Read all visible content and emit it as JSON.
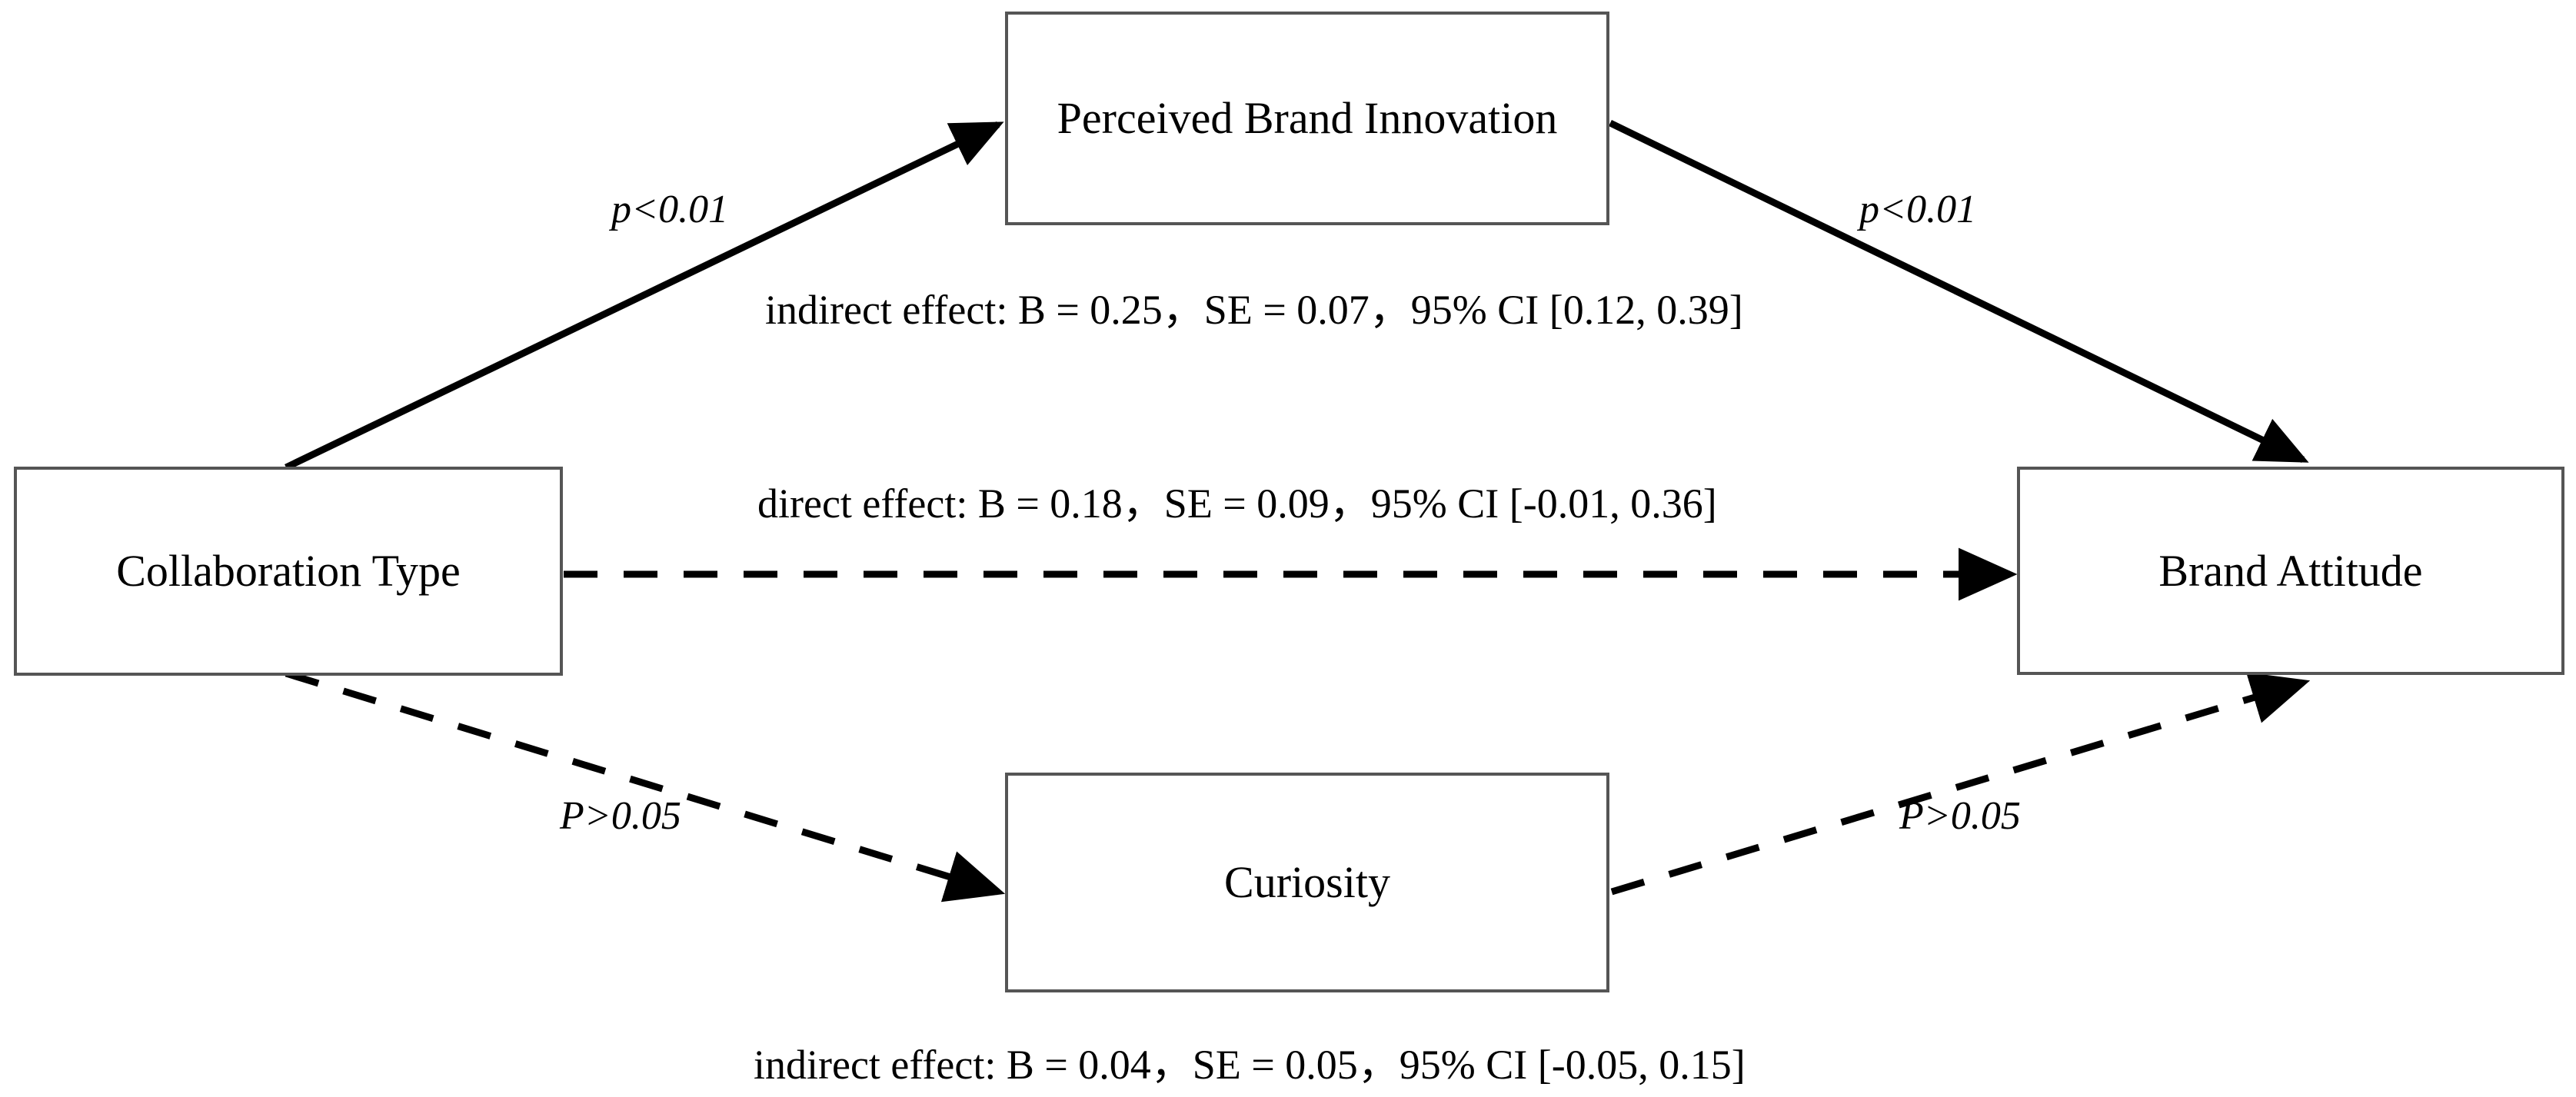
{
  "figure": {
    "type": "mediation-path-diagram",
    "background_color": "#ffffff",
    "line_color": "#000000",
    "box_border_color": "#555555"
  },
  "nodes": [
    {
      "id": "collaboration-type",
      "label": "Collaboration Type",
      "role": "independent-variable"
    },
    {
      "id": "perceived-brand-innovation",
      "label": "Perceived Brand Innovation",
      "role": "mediator"
    },
    {
      "id": "curiosity",
      "label": "Curiosity",
      "role": "mediator"
    },
    {
      "id": "brand-attitude",
      "label": "Brand Attitude",
      "role": "dependent-variable"
    }
  ],
  "edges": [
    {
      "id": "a-path",
      "from": "collaboration-type",
      "to": "perceived-brand-innovation",
      "style": "solid",
      "significance_label": "p<0.01"
    },
    {
      "id": "b-path",
      "from": "perceived-brand-innovation",
      "to": "brand-attitude",
      "style": "solid",
      "significance_label": "p<0.01"
    },
    {
      "id": "c-direct-path",
      "from": "collaboration-type",
      "to": "brand-attitude",
      "style": "dashed",
      "significance_label": ""
    },
    {
      "id": "c1-path",
      "from": "collaboration-type",
      "to": "curiosity",
      "style": "dashed",
      "significance_label": "P>0.05"
    },
    {
      "id": "c2-path",
      "from": "curiosity",
      "to": "brand-attitude",
      "style": "dashed",
      "significance_label": "P>0.05"
    }
  ],
  "effects": {
    "indirect_upper": {
      "label": "indirect effect",
      "text": "indirect effect: B = 0.25，SE = 0.07，95% CI [0.12, 0.39]",
      "B": 0.25,
      "SE": 0.07,
      "ci_level": "95%",
      "ci_lower": 0.12,
      "ci_upper": 0.39,
      "via": "Perceived Brand Innovation"
    },
    "direct": {
      "label": "direct effect",
      "text": "direct effect: B = 0.18，SE = 0.09，95% CI [-0.01, 0.36]",
      "B": 0.18,
      "SE": 0.09,
      "ci_level": "95%",
      "ci_lower": -0.01,
      "ci_upper": 0.36,
      "via": null
    },
    "indirect_lower": {
      "label": "indirect effect",
      "text": "indirect effect: B = 0.04，SE = 0.05，95% CI [-0.05, 0.15]",
      "B": 0.04,
      "SE": 0.05,
      "ci_level": "95%",
      "ci_lower": -0.05,
      "ci_upper": 0.15,
      "via": "Curiosity"
    }
  }
}
